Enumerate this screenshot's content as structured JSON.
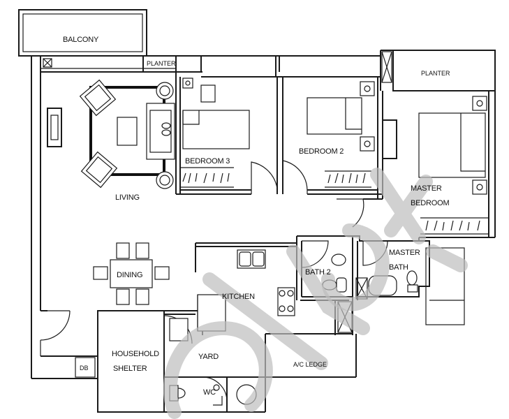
{
  "rooms": {
    "balcony": "BALCONY",
    "planter_left": "PLANTER",
    "planter_right": "PLANTER",
    "bedroom3": "BEDROOM 3",
    "bedroom2": "BEDROOM 2",
    "master_line1": "MASTER",
    "master_line2": "BEDROOM",
    "living": "LIVING",
    "dining": "DINING",
    "kitchen": "KITCHEN",
    "bath2": "BATH 2",
    "master_bath_line1": "MASTER",
    "master_bath_line2": "BATH",
    "household_line1": "HOUSEHOLD",
    "household_line2": "SHELTER",
    "yard": "YARD",
    "wc": "WC",
    "ac_ledge": "A/C LEDGE",
    "db": "DB"
  }
}
